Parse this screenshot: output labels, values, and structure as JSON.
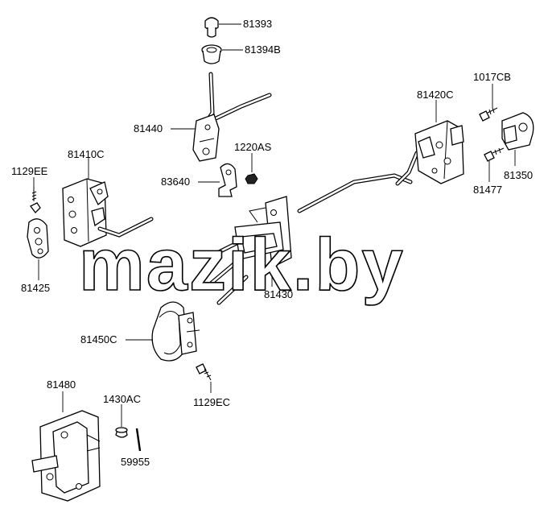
{
  "labels": {
    "p81393": "81393",
    "p81394B": "81394B",
    "p81440": "81440",
    "p1220AS": "1220AS",
    "p83640": "83640",
    "p81410C": "81410C",
    "p1129EE": "1129EE",
    "p81425": "81425",
    "p81420C": "81420C",
    "p1017CB": "1017CB",
    "p81350": "81350",
    "p81477": "81477",
    "p81430": "81430",
    "p81450C": "81450C",
    "p1129EC": "1129EC",
    "p81480": "81480",
    "p1430AC": "1430AC",
    "p59955": "59955"
  },
  "watermark": "mazik.by"
}
